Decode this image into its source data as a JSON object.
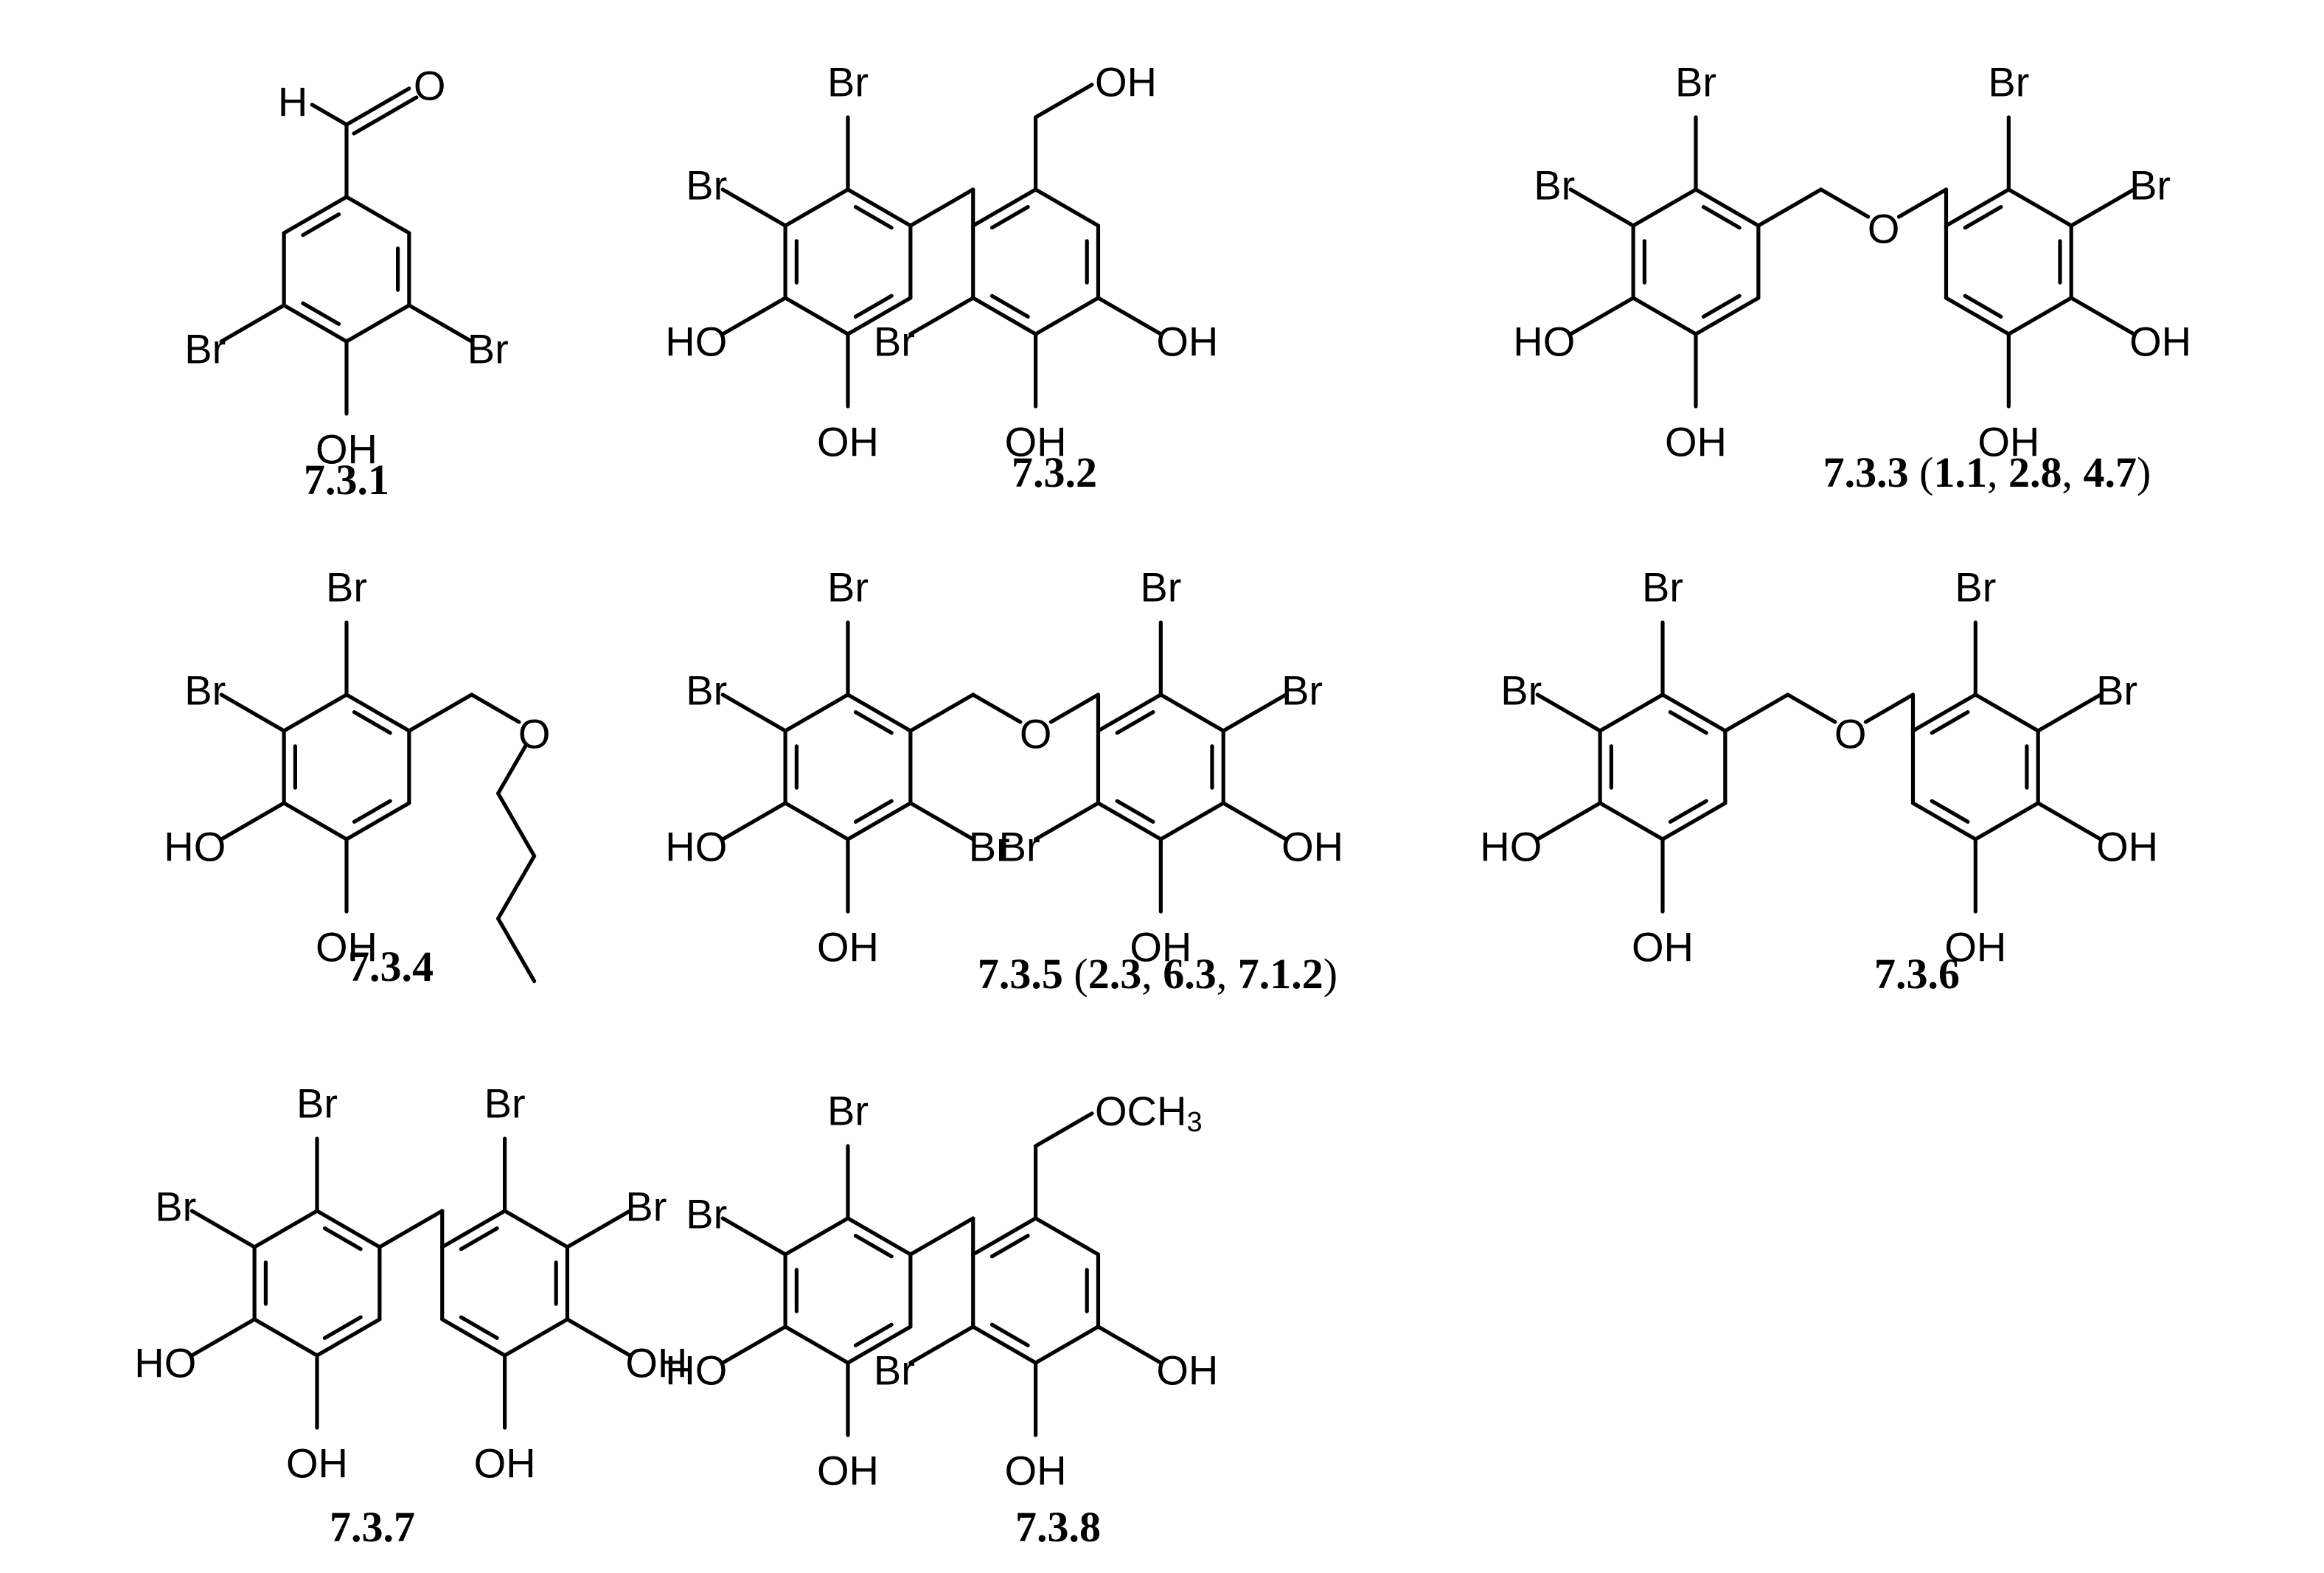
{
  "labels": {
    "br": "Br",
    "oh": "OH",
    "ho": "HO",
    "o": "O",
    "h": "H",
    "och3_main": "OCH",
    "och3_sub": "3"
  },
  "compounds": [
    {
      "id": "7.3.1",
      "caption": [
        {
          "t": "7.3.1",
          "b": true
        }
      ]
    },
    {
      "id": "7.3.2",
      "caption": [
        {
          "t": "7.3.2",
          "b": true
        }
      ]
    },
    {
      "id": "7.3.3",
      "caption": [
        {
          "t": "7.3.3",
          "b": true
        },
        {
          "t": " (",
          "b": false
        },
        {
          "t": "1.1",
          "b": true
        },
        {
          "t": ", ",
          "b": false
        },
        {
          "t": "2.8",
          "b": true
        },
        {
          "t": ", ",
          "b": false
        },
        {
          "t": "4.7",
          "b": true
        },
        {
          "t": ")",
          "b": false
        }
      ]
    },
    {
      "id": "7.3.4",
      "caption": [
        {
          "t": "7.3.4",
          "b": true
        }
      ]
    },
    {
      "id": "7.3.5",
      "caption": [
        {
          "t": "7.3.5",
          "b": true
        },
        {
          "t": " (",
          "b": false
        },
        {
          "t": "2.3",
          "b": true
        },
        {
          "t": ", ",
          "b": false
        },
        {
          "t": "6.3",
          "b": true
        },
        {
          "t": ", ",
          "b": false
        },
        {
          "t": "7.1.2",
          "b": true
        },
        {
          "t": ")",
          "b": false
        }
      ]
    },
    {
      "id": "7.3.6",
      "caption": [
        {
          "t": "7.3.6",
          "b": true
        }
      ]
    },
    {
      "id": "7.3.7",
      "caption": [
        {
          "t": "7.3.7",
          "b": true
        }
      ]
    },
    {
      "id": "7.3.8",
      "caption": [
        {
          "t": "7.3.8",
          "b": true
        }
      ]
    }
  ]
}
